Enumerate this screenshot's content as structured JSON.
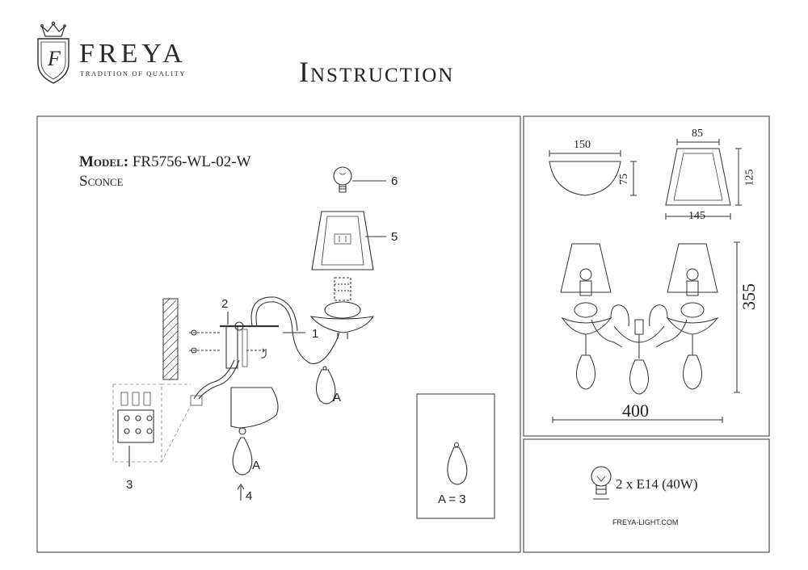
{
  "brand": {
    "name": "FREYA",
    "tagline": "TRADITION OF QUALITY",
    "monogram": "F"
  },
  "title": "Instruction",
  "model": {
    "label": "Model:",
    "code": "FR5756-WL-02-W",
    "type": "Sconce"
  },
  "callouts": {
    "c1": "1",
    "c2": "2",
    "c3": "3",
    "c4": "4",
    "c5": "5",
    "c6": "6"
  },
  "part_labels": {
    "crystal_top": "A",
    "crystal_bottom": "A",
    "crystal_count": "A = 3"
  },
  "dimensions": {
    "bowl_width": "150",
    "bowl_height": "75",
    "shade_top": "85",
    "shade_height": "125",
    "shade_bottom": "145",
    "total_height": "355",
    "total_width": "400"
  },
  "lamp_spec": "2 x E14 (40W)",
  "website": "FREYA-LIGHT.COM",
  "icons": [
    "crown-icon",
    "shield-icon",
    "bulb-icon"
  ]
}
